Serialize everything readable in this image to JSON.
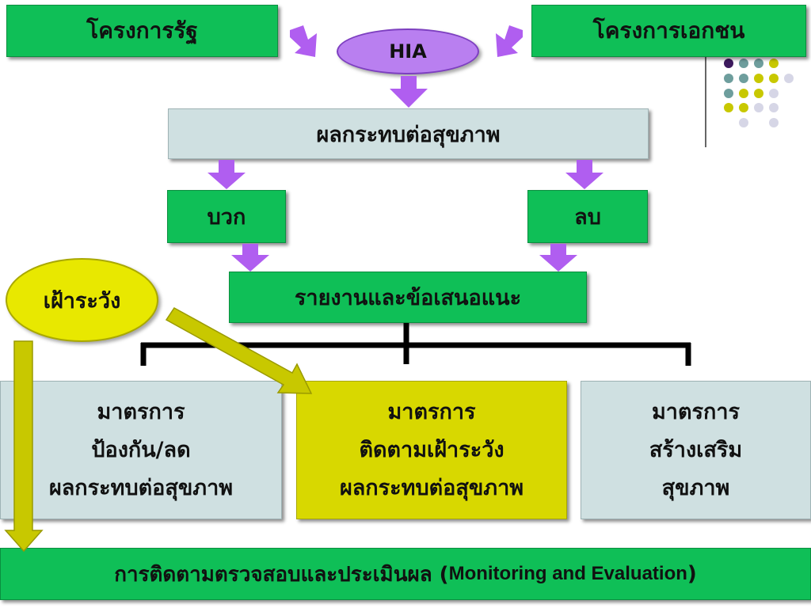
{
  "top": {
    "state_project": "โครงการรัฐ",
    "private_project": "โครงการเอกชน",
    "hia": "HIA"
  },
  "impact": "ผลกระทบต่อสุขภาพ",
  "positive": "บวก",
  "negative": "ลบ",
  "surveillance": "เฝ้าระวัง",
  "report": "รายงานและข้อเสนอแนะ",
  "measures": {
    "prevent": [
      "มาตรการ",
      "ป้องกัน/ลด",
      "ผลกระทบต่อสุขภาพ"
    ],
    "monitor": [
      "มาตรการ",
      "ติดตามเฝ้าระวัง",
      "ผลกระทบต่อสุขภาพ"
    ],
    "promote": [
      "มาตรการ",
      "สร้างเสริม",
      "สุขภาพ"
    ]
  },
  "bottom": {
    "thai": "การติดตามตรวจสอบและประเมินผล (",
    "english": "Monitoring and Evaluation",
    "close": ")"
  },
  "colors": {
    "green": "#0fbf57",
    "grey": "#cfe0e1",
    "yellow": "#d8d800",
    "purple_arrow": "#b05ef0",
    "hia_purple": "#b97ff0"
  }
}
